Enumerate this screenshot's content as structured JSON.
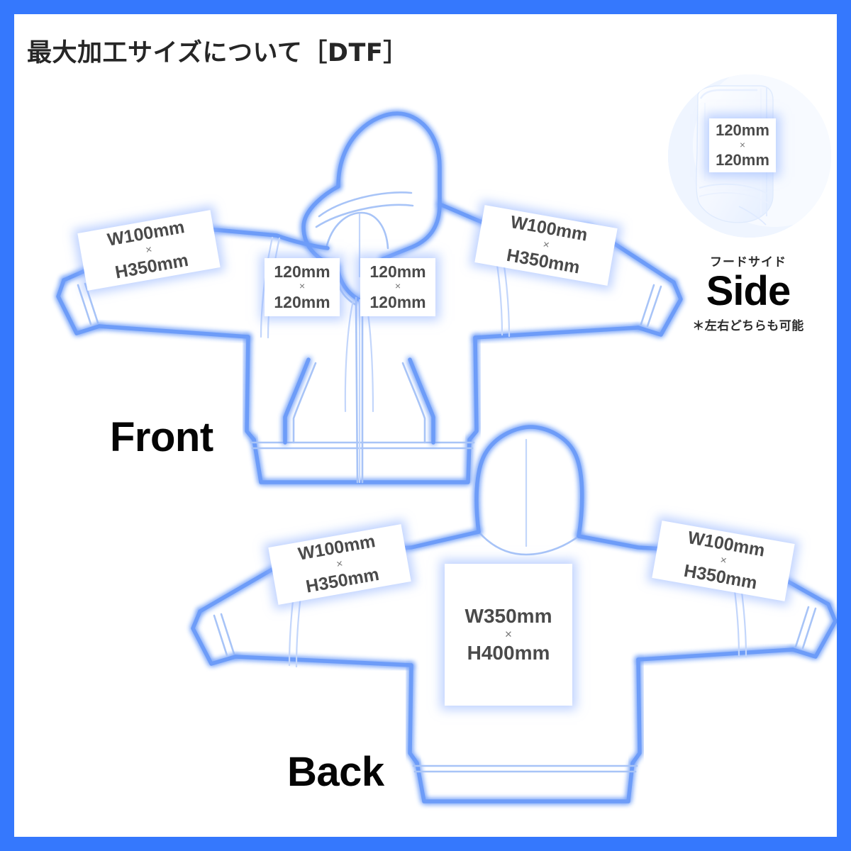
{
  "page": {
    "title": "最大加工サイズについて［DTF］",
    "border_color": "#3578fd",
    "line_color": "#6d9cf8",
    "label_text_color": "#4a4a4a"
  },
  "front": {
    "caption": "Front",
    "labels": {
      "left_sleeve": {
        "w": "W100mm",
        "x": "×",
        "h": "H350mm"
      },
      "right_sleeve": {
        "w": "W100mm",
        "x": "×",
        "h": "H350mm"
      },
      "chest_left": {
        "w": "120mm",
        "x": "×",
        "h": "120mm"
      },
      "chest_right": {
        "w": "120mm",
        "x": "×",
        "h": "120mm"
      }
    }
  },
  "back": {
    "caption": "Back",
    "labels": {
      "left_sleeve": {
        "w": "W100mm",
        "x": "×",
        "h": "H350mm"
      },
      "right_sleeve": {
        "w": "W100mm",
        "x": "×",
        "h": "H350mm"
      },
      "body": {
        "w": "W350mm",
        "x": "×",
        "h": "H400mm"
      }
    }
  },
  "side": {
    "sub_label": "フードサイド",
    "title": "Side",
    "note": "＊左右どちらも可能",
    "label": {
      "w": "120mm",
      "x": "×",
      "h": "120mm"
    }
  }
}
